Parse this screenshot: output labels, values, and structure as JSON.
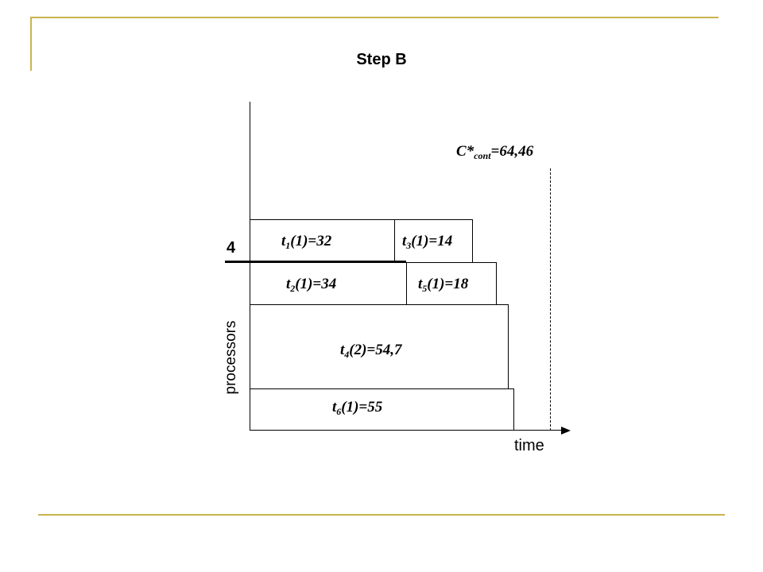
{
  "slide": {
    "title": "Step B",
    "accent_color": "#c8b450"
  },
  "diagram": {
    "y_axis_label": "processors",
    "x_axis_label": "time",
    "level_label": "4",
    "cmax": {
      "base": "C*",
      "sub": "cont",
      "rest": "=64,46"
    },
    "tasks": [
      {
        "id": "t1",
        "base": "t",
        "sub": "1",
        "rest": "(1)=32"
      },
      {
        "id": "t3",
        "base": "t",
        "sub": "3",
        "rest": "(1)=14"
      },
      {
        "id": "t2",
        "base": "t",
        "sub": "2",
        "rest": "(1)=34"
      },
      {
        "id": "t5",
        "base": "t",
        "sub": "5",
        "rest": "(1)=18"
      },
      {
        "id": "t4",
        "base": "t",
        "sub": "4",
        "rest": "(2)=54,7"
      },
      {
        "id": "t6",
        "base": "t",
        "sub": "6",
        "rest": "(1)=55"
      }
    ]
  }
}
